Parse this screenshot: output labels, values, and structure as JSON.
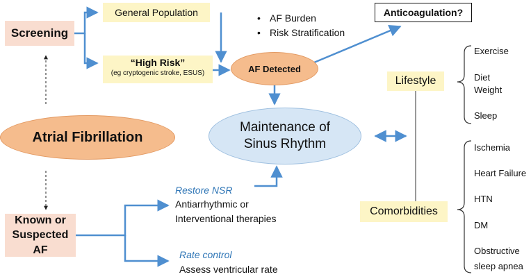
{
  "screening": "Screening",
  "general_population": "General Population",
  "high_risk": {
    "title": "“High Risk”",
    "subtitle": "(eg cryptogenic stroke, ESUS)"
  },
  "af_detected": "AF Detected",
  "anticoagulation": "Anticoagulation?",
  "bullets": [
    "AF Burden",
    "Risk Stratification"
  ],
  "maintenance": {
    "line1": "Maintenance of",
    "line2": "Sinus Rhythm"
  },
  "atrial_fibrillation": "Atrial Fibrillation",
  "known_suspected": {
    "line1": "Known or",
    "line2": "Suspected AF"
  },
  "restore_nsr": {
    "label": "Restore NSR",
    "line1": "Antiarrhythmic or",
    "line2": "Interventional therapies"
  },
  "rate_control": {
    "label": "Rate control",
    "line1": "Assess ventricular rate"
  },
  "lifestyle": {
    "label": "Lifestyle",
    "items": [
      "Exercise",
      "Diet",
      "Weight",
      "Sleep"
    ]
  },
  "comorbidities": {
    "label": "Comorbidities",
    "items": [
      "Ischemia",
      "Heart Failure",
      "HTN",
      "DM",
      "Obstructive",
      "sleep apnea"
    ]
  },
  "colors": {
    "arrow": "#4f8fd0",
    "peach_box": "#f9ddd0",
    "cream_box": "#fdf5c6",
    "orange_ellipse": "#f5bc8d",
    "blue_ellipse": "#d6e6f5",
    "italic_label": "#2e75b6"
  }
}
